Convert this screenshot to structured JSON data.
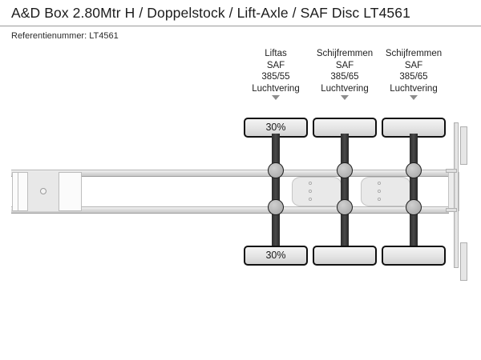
{
  "header": {
    "title": "A&D Box 2.80Mtr H / Doppelstock / Lift-Axle / SAF Disc LT4561",
    "reference_label": "Referentienummer: LT4561"
  },
  "diagram": {
    "view": "trailer-top-view-schematic",
    "axles": [
      {
        "id": "axle-1",
        "spec": {
          "type": "Liftas",
          "brand": "SAF",
          "tyre_size": "385/55",
          "suspension": "Luchtvering"
        },
        "pointer_icon": "chevron-down-icon",
        "tyres": {
          "top_label": "30%",
          "bottom_label": "30%"
        }
      },
      {
        "id": "axle-2",
        "spec": {
          "type": "Schijfremmen",
          "brand": "SAF",
          "tyre_size": "385/65",
          "suspension": "Luchtvering"
        },
        "pointer_icon": "chevron-down-icon",
        "tyres": {
          "top_label": "",
          "bottom_label": ""
        }
      },
      {
        "id": "axle-3",
        "spec": {
          "type": "Schijfremmen",
          "brand": "SAF",
          "tyre_size": "385/65",
          "suspension": "Luchtvering"
        },
        "pointer_icon": "chevron-down-icon",
        "tyres": {
          "top_label": "",
          "bottom_label": ""
        }
      }
    ],
    "colors": {
      "axle_shaft": "#333333",
      "tyre_fill": "#e4e4e4",
      "tyre_border": "#111111",
      "hub_fill": "#b5b5b5",
      "rail_fill": "#dcdcdc",
      "pointer": "#8d8d8d",
      "header_rule": "#9a9a9a"
    }
  }
}
